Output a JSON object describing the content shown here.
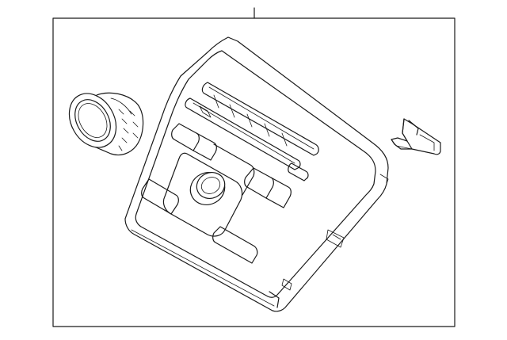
{
  "diagram": {
    "parts": [
      {
        "id": "knob",
        "icon": "knob-icon"
      },
      {
        "id": "panel",
        "icon": "panel-icon"
      },
      {
        "id": "clip",
        "icon": "clip-icon"
      }
    ],
    "colors": {
      "stroke": "#1a1a1a",
      "background": "#ffffff"
    }
  }
}
